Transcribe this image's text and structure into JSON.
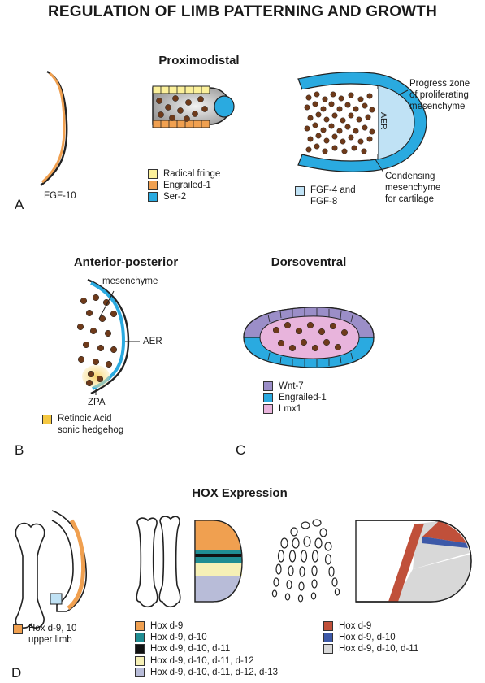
{
  "title": "REGULATION OF LIMB PATTERNING AND GROWTH",
  "panels": {
    "a": "A",
    "b": "B",
    "c": "C",
    "d": "D"
  },
  "colors": {
    "orange": "#f0a050",
    "yellow": "#fbf09a",
    "cyan": "#2aaae0",
    "pale_blue": "#c0e2f5",
    "purple": "#9b8ec8",
    "pink": "#e8b4dc",
    "teal": "#1f8d92",
    "black": "#111111",
    "pale_yellow": "#f6f0b6",
    "lavender": "#b8bcd8",
    "red": "#c0503a",
    "navy": "#3d59a8",
    "light_gray": "#d8d8d8",
    "cell": "#6e3a1a"
  },
  "proximodistal": {
    "heading": "Proximodistal",
    "fgf10": "FGF-10",
    "legend_mid": [
      {
        "label": "Radical fringe",
        "color": "#fbf09a"
      },
      {
        "label": "Engrailed-1",
        "color": "#f0a050"
      },
      {
        "label": "Ser-2",
        "color": "#2aaae0"
      }
    ],
    "legend_right": {
      "label": "FGF-4 and\nFGF-8",
      "color": "#c0e2f5"
    },
    "aer": "AER",
    "progress_zone": "Progress zone\nof proliferating\nmesenchyme",
    "condensing": "Condensing\nmesenchyme\nfor cartilage"
  },
  "anterior_posterior": {
    "heading": "Anterior-posterior",
    "mesenchyme": "mesenchyme",
    "aer": "AER",
    "zpa": "ZPA",
    "legend": {
      "label": "Retinoic Acid\nsonic hedgehog",
      "color": "#f5c842"
    }
  },
  "dorsoventral": {
    "heading": "Dorsoventral",
    "legend": [
      {
        "label": "Wnt-7",
        "color": "#9b8ec8"
      },
      {
        "label": "Engrailed-1",
        "color": "#2aaae0"
      },
      {
        "label": "Lmx1",
        "color": "#e8b4dc"
      }
    ]
  },
  "hox": {
    "heading": "HOX Expression",
    "legend_left": {
      "label": "Hox d-9, 10\nupper limb",
      "color": "#f0a050"
    },
    "legend_mid": [
      {
        "label": "Hox d-9",
        "color": "#f0a050"
      },
      {
        "label": "Hox d-9, d-10",
        "color": "#1f8d92"
      },
      {
        "label": "Hox d-9, d-10, d-11",
        "color": "#111111"
      },
      {
        "label": "Hox d-9, d-10, d-11, d-12",
        "color": "#f6f0b6"
      },
      {
        "label": "Hox d-9, d-10, d-11, d-12, d-13",
        "color": "#b8bcd8"
      }
    ],
    "legend_right": [
      {
        "label": "Hox d-9",
        "color": "#c0503a"
      },
      {
        "label": "Hox d-9, d-10",
        "color": "#3d59a8"
      },
      {
        "label": "Hox d-9, d-10, d-11",
        "color": "#d8d8d8"
      }
    ]
  }
}
